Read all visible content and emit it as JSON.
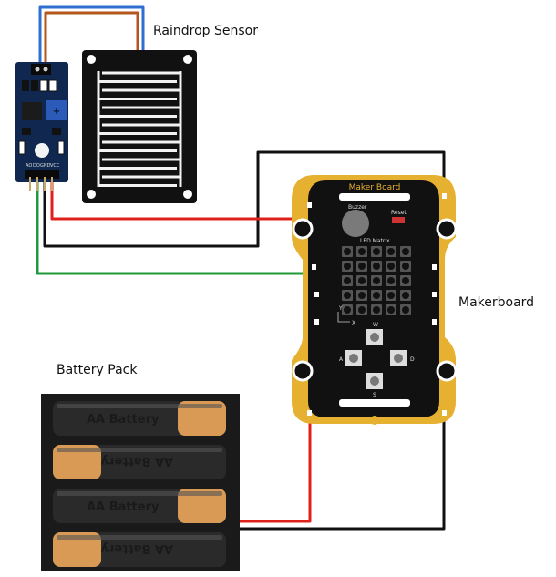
{
  "labels": {
    "raindrop_sensor": "Raindrop Sensor",
    "makerboard": "Makerboard",
    "battery_pack": "Battery Pack"
  },
  "sensor_module": {
    "pins": [
      "AO",
      "DO",
      "GND",
      "VCC"
    ]
  },
  "maker_board": {
    "title": "Maker Board",
    "buzzer": "Buzzer",
    "reset": "Reset",
    "led_matrix": "LED Matrix",
    "axis_x": "X",
    "axis_y": "Y",
    "buttons": {
      "w": "W",
      "a": "A",
      "s": "S",
      "d": "D"
    },
    "led_rows": 5,
    "led_cols": 5
  },
  "battery": {
    "cells": [
      "AA Battery",
      "AA Battery",
      "AA Battery",
      "AA Battery"
    ]
  },
  "colors": {
    "wire_red": "#e0201b",
    "wire_black": "#111111",
    "wire_green": "#1f9a3a",
    "wire_blue": "#2f6fd0",
    "wire_brown": "#b5561c",
    "board_yellow": "#e6b030",
    "module_blue": "#10284f",
    "battery_copper": "#d89a55"
  }
}
